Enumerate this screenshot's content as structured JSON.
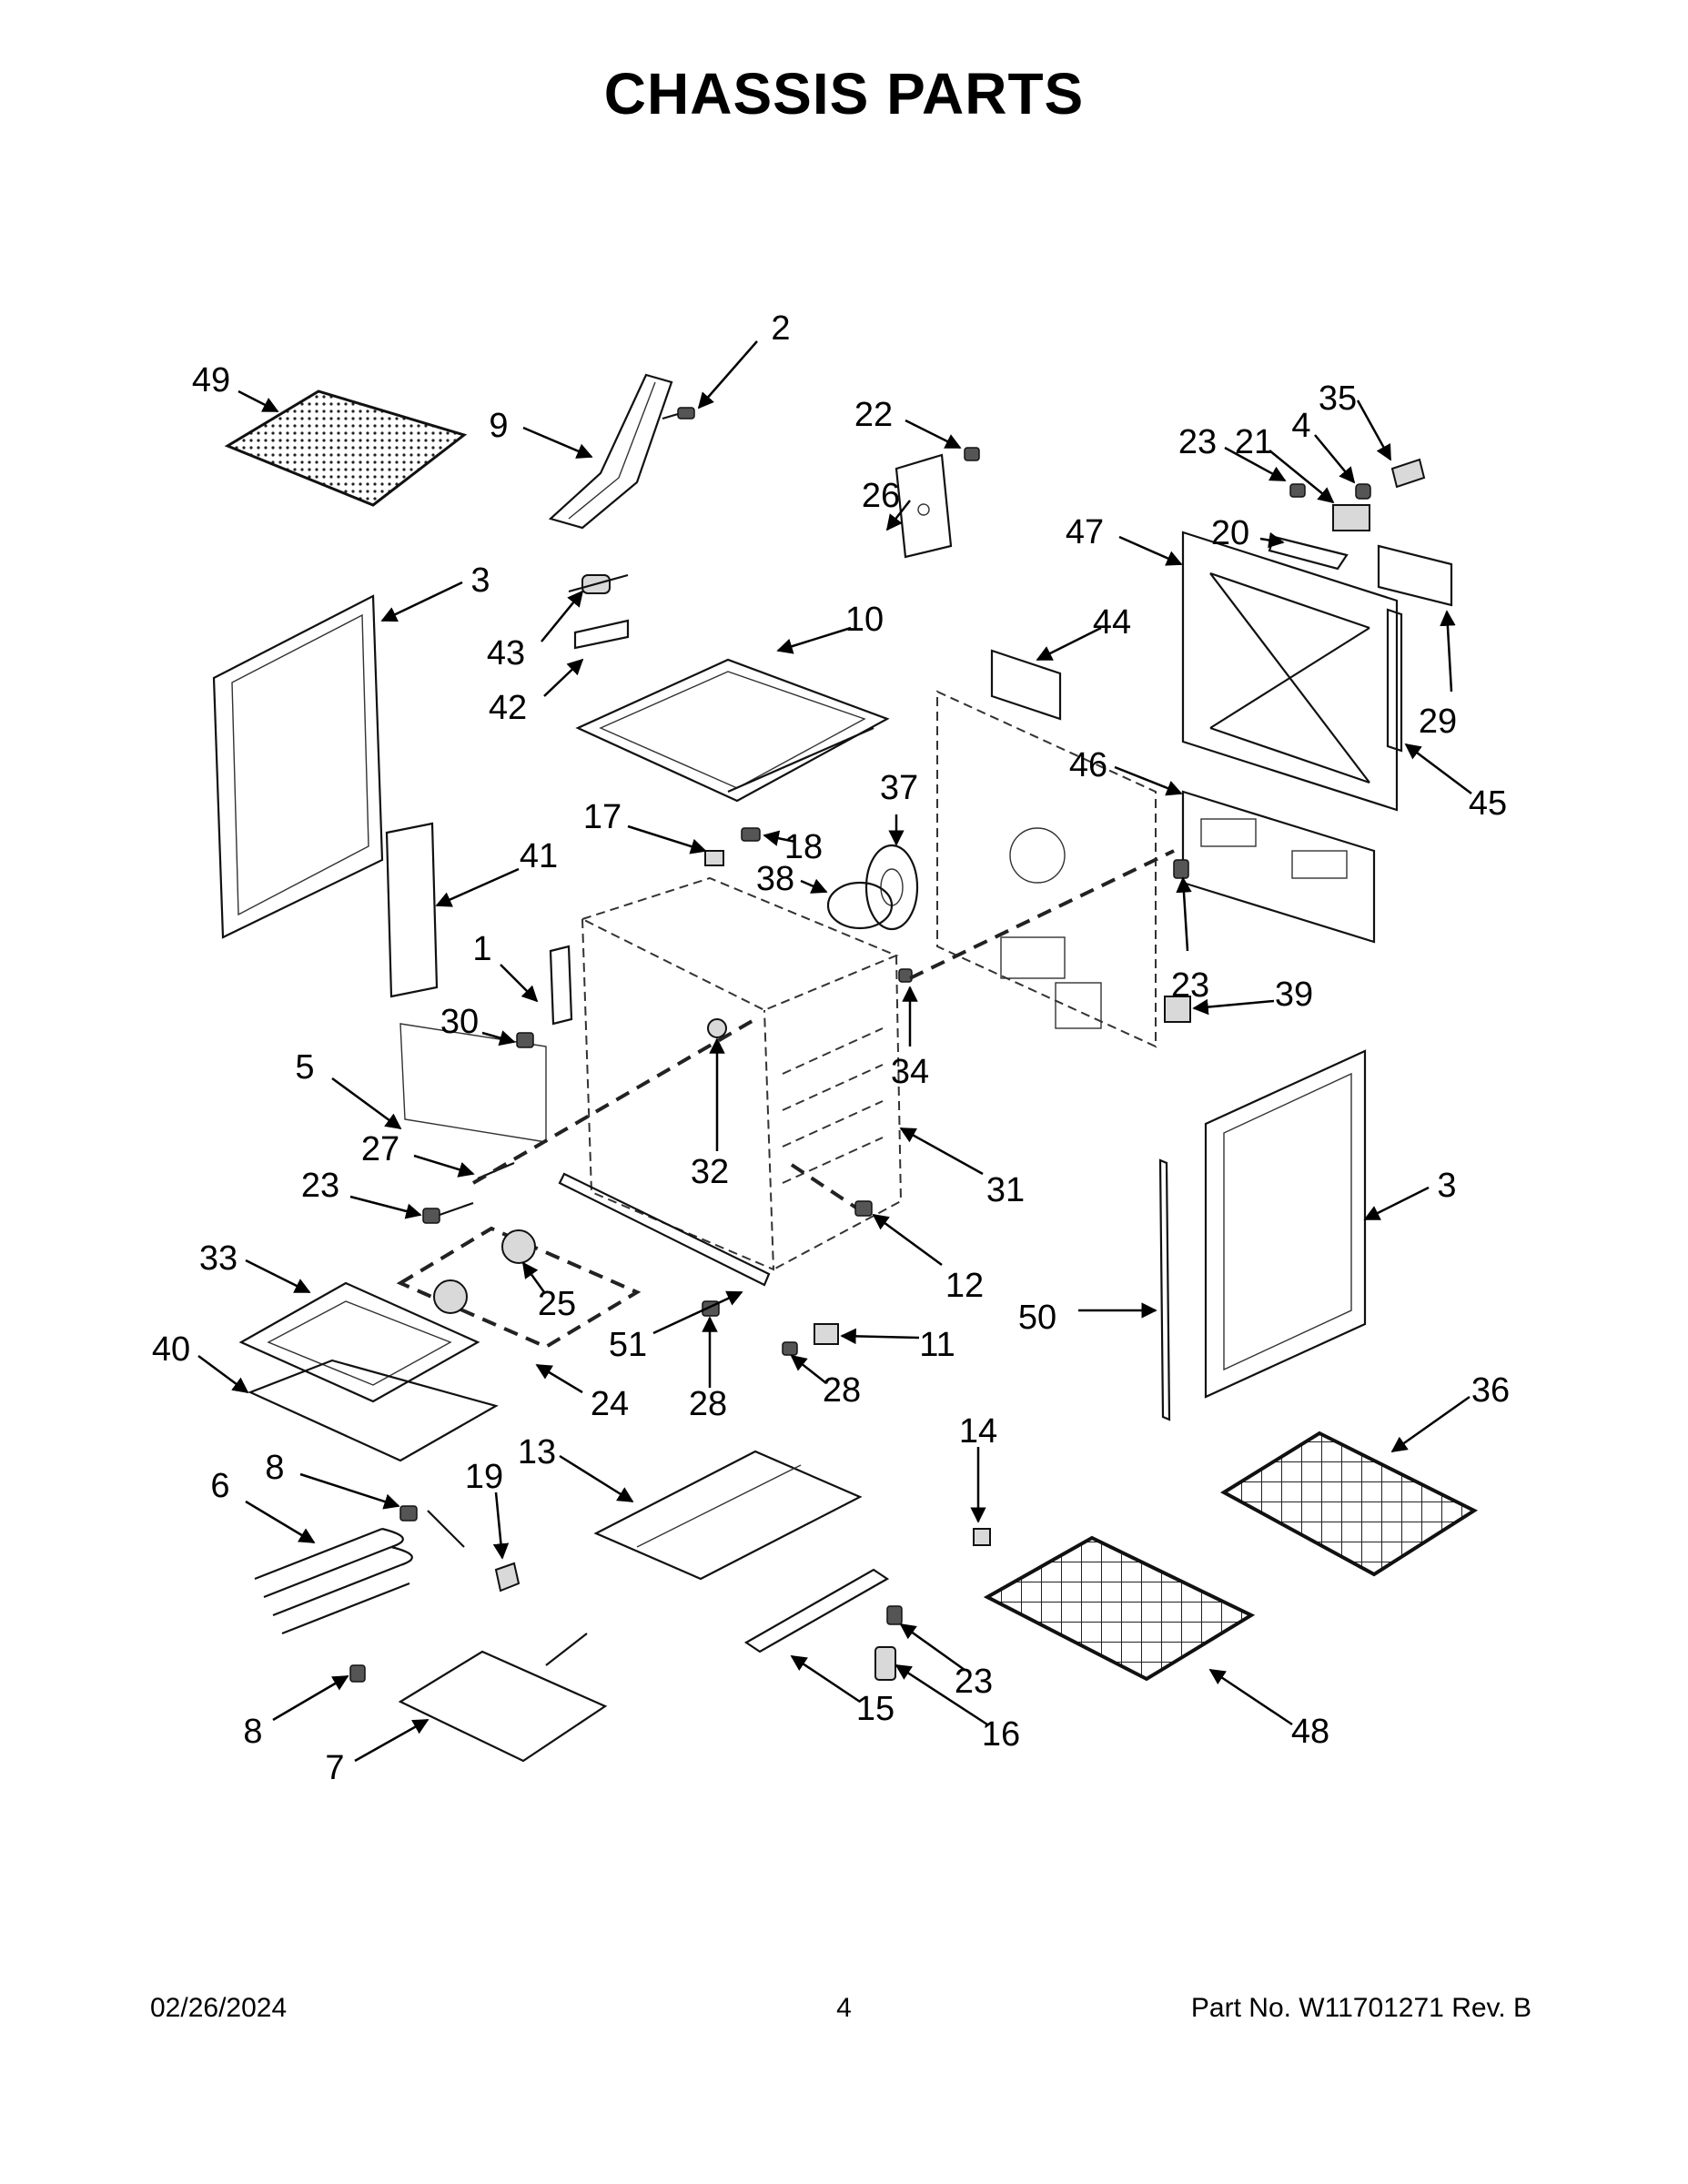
{
  "title": "CHASSIS PARTS",
  "footer": {
    "date": "02/26/2024",
    "page": "4",
    "part_no": "Part No.  W11701271  Rev.  B"
  },
  "callouts": [
    {
      "id": "c49",
      "label": "49"
    },
    {
      "id": "c2",
      "label": "2"
    },
    {
      "id": "c9",
      "label": "9"
    },
    {
      "id": "c22",
      "label": "22"
    },
    {
      "id": "c26",
      "label": "26"
    },
    {
      "id": "c35",
      "label": "35"
    },
    {
      "id": "c23a",
      "label": "23"
    },
    {
      "id": "c21",
      "label": "21"
    },
    {
      "id": "c4",
      "label": "4"
    },
    {
      "id": "c47",
      "label": "47"
    },
    {
      "id": "c20",
      "label": "20"
    },
    {
      "id": "c3a",
      "label": "3"
    },
    {
      "id": "c43",
      "label": "43"
    },
    {
      "id": "c10",
      "label": "10"
    },
    {
      "id": "c44",
      "label": "44"
    },
    {
      "id": "c29",
      "label": "29"
    },
    {
      "id": "c42",
      "label": "42"
    },
    {
      "id": "c46",
      "label": "46"
    },
    {
      "id": "c45",
      "label": "45"
    },
    {
      "id": "c17",
      "label": "17"
    },
    {
      "id": "c18",
      "label": "18"
    },
    {
      "id": "c37",
      "label": "37"
    },
    {
      "id": "c41",
      "label": "41"
    },
    {
      "id": "c38",
      "label": "38"
    },
    {
      "id": "c1",
      "label": "1"
    },
    {
      "id": "c23b",
      "label": "23"
    },
    {
      "id": "c39",
      "label": "39"
    },
    {
      "id": "c30",
      "label": "30"
    },
    {
      "id": "c5",
      "label": "5"
    },
    {
      "id": "c34",
      "label": "34"
    },
    {
      "id": "c27",
      "label": "27"
    },
    {
      "id": "c32",
      "label": "32"
    },
    {
      "id": "c31",
      "label": "31"
    },
    {
      "id": "c23c",
      "label": "23"
    },
    {
      "id": "c3b",
      "label": "3"
    },
    {
      "id": "c33",
      "label": "33"
    },
    {
      "id": "c12",
      "label": "12"
    },
    {
      "id": "c25",
      "label": "25"
    },
    {
      "id": "c50",
      "label": "50"
    },
    {
      "id": "c51",
      "label": "51"
    },
    {
      "id": "c11",
      "label": "11"
    },
    {
      "id": "c40",
      "label": "40"
    },
    {
      "id": "c24",
      "label": "24"
    },
    {
      "id": "c28a",
      "label": "28"
    },
    {
      "id": "c28b",
      "label": "28"
    },
    {
      "id": "c36",
      "label": "36"
    },
    {
      "id": "c14",
      "label": "14"
    },
    {
      "id": "c8a",
      "label": "8"
    },
    {
      "id": "c13",
      "label": "13"
    },
    {
      "id": "c19",
      "label": "19"
    },
    {
      "id": "c6",
      "label": "6"
    },
    {
      "id": "c23d",
      "label": "23"
    },
    {
      "id": "c8b",
      "label": "8"
    },
    {
      "id": "c15",
      "label": "15"
    },
    {
      "id": "c16",
      "label": "16"
    },
    {
      "id": "c48",
      "label": "48"
    },
    {
      "id": "c7",
      "label": "7"
    }
  ]
}
